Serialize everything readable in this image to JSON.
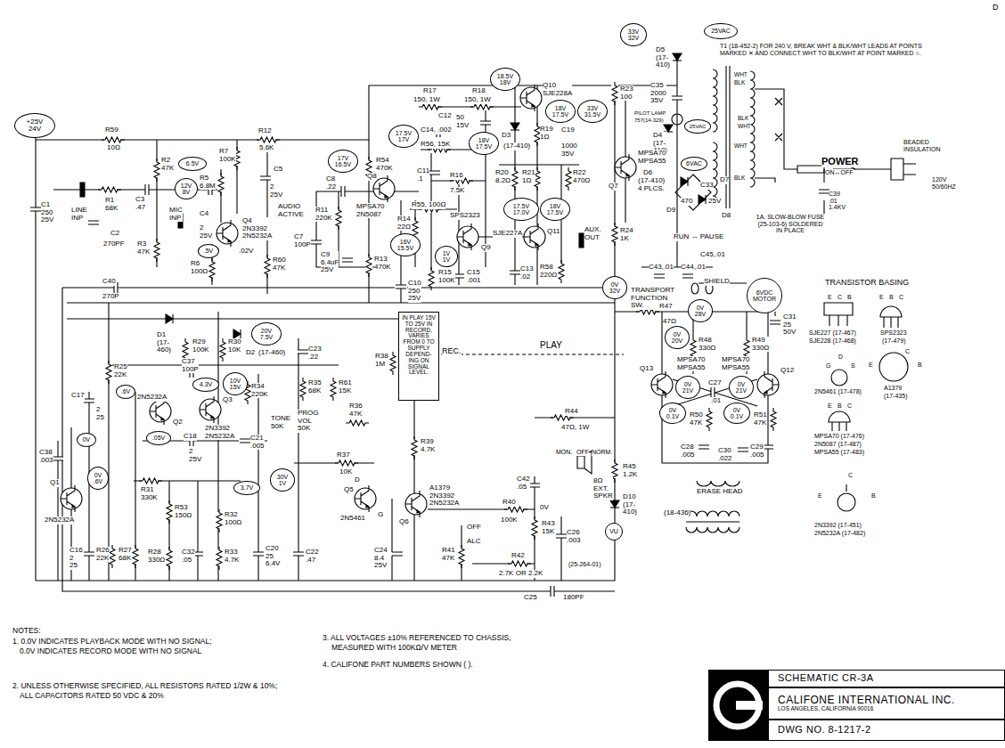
{
  "diagram": {
    "nodes": [
      {
        "text": [
          "+25V 24V"
        ]
      },
      {
        "text": [
          "6.5V"
        ]
      },
      {
        "text": [
          "12V 8V"
        ]
      },
      {
        "text": [
          ".5V"
        ]
      },
      {
        "text": [
          "17V 16.5V"
        ]
      },
      {
        "text": [
          "17.5V 17V"
        ]
      },
      {
        "text": [
          "16V 15.5V"
        ]
      },
      {
        "text": [
          "18.5V 18V"
        ]
      },
      {
        "text": [
          "18V 17.5V"
        ]
      },
      {
        "text": [
          "18V 17.5V"
        ]
      },
      {
        "text": [
          "33V 31.5V"
        ]
      },
      {
        "text": [
          "17.5V 17.0V"
        ]
      },
      {
        "text": [
          "18V 17.5V"
        ]
      },
      {
        "text": [
          "1V 1V"
        ]
      },
      {
        "text": [
          "33V 32V"
        ]
      },
      {
        "text": [
          "25VAC"
        ]
      },
      {
        "text": [
          "25VAC"
        ]
      },
      {
        "text": [
          "6VAC"
        ]
      },
      {
        "text": [
          "0V 32V"
        ]
      },
      {
        "text": [
          "0V 28V"
        ]
      },
      {
        "text": [
          "6VDC MOTOR"
        ]
      },
      {
        "text": [
          "0V 20V"
        ]
      },
      {
        "text": [
          "0V 21V"
        ]
      },
      {
        "text": [
          "0V 21V"
        ]
      },
      {
        "text": [
          "0V 0.1V"
        ]
      },
      {
        "text": [
          "0V 0.1V"
        ]
      },
      {
        "text": [
          "20V 7.5V"
        ]
      },
      {
        "text": [
          "4.3V"
        ]
      },
      {
        "text": [
          "10V 15V"
        ]
      },
      {
        "text": [
          ".6V"
        ]
      },
      {
        "text": [
          ".05V"
        ]
      },
      {
        "text": [
          "0V"
        ]
      },
      {
        "text": [
          "0V .6V"
        ]
      },
      {
        "text": [
          "3.7V"
        ]
      },
      {
        "text": [
          "30V 1V"
        ]
      },
      {
        "text": [
          "IN PLAY 15V TO 25V IN RECORD, VARIES FROM 0 TO SUPPLY DEPEND- ING ON SIGNAL LEVEL."
        ]
      },
      {
        "text": [
          "VU"
        ]
      },
      {
        "text": [
          "SCHEMATIC CR-3A"
        ]
      },
      {
        "text": [
          "CALIFONE INTERNATIONAL INC.",
          "LOS ANGELES, CALIFORNIA 90016"
        ]
      },
      {
        "text": [
          "DWG NO. 8-1217-2"
        ]
      }
    ],
    "labels": [
      "D",
      "R59",
      "10Ω",
      "C1 250 25V",
      "R2 47K",
      "R7 100K",
      "R12",
      "5.6K",
      "R5 6.8M",
      "C5",
      "2 25V",
      "AUDIO ACTIVE",
      "LINE INP",
      "R1 68K",
      "C3 .47",
      "C2",
      "270PF",
      "R3 47K",
      "MIC INP",
      "C4",
      "2 25V",
      "Q4 2N3392 2N5232A",
      ".02V",
      "R6 100Ω",
      "R60 47K",
      "C8 .22",
      "C7 100P",
      "R11 220K",
      "C9 6.4uF 25V",
      "R13 470K",
      "R54 470K",
      "Q8",
      "MPSA70 2N5087",
      "C10 250 25V",
      "R14 22Ω",
      "R55, 100Ω",
      "R15 100K",
      "C15 .001",
      "C11 .1",
      "R16",
      "7.5K",
      "R56, 15K",
      "C14, .002",
      "R17",
      "150, 1W",
      "R18",
      "150, 1W",
      "C12",
      "50 15V",
      "Q10 SJE228A",
      "D3",
      "(17-410)",
      "R19 1Ω",
      "C19",
      "1000 35V",
      "R20 8.2Ω",
      "R21 1Ω",
      "R22 470Ω",
      "SPS2323",
      "Q9",
      "SJE227A",
      "Q11",
      "C13 .02",
      "R58 220Ω",
      "AUX. OUT",
      "R23 100",
      "R24 1K",
      "Q7",
      "C35 2000 35V",
      "D5 (17-410)",
      "PILOT LAMP",
      "757(14-329)",
      "D4 (17-410)",
      "MPSA70 MPSA55",
      "D6",
      "(17-410)",
      "4 PLCS.",
      "C33",
      "470",
      "25V",
      "D7",
      "D9",
      "D8",
      "RUN ↔ PAUSE",
      "C43,.01",
      "C44,.01",
      "C45,.01",
      "SHIELD",
      "TRANSPORT FUNCTION SW.",
      "R47",
      "47Ω",
      "R48 330Ω",
      "R49 330Ω",
      "C31 25 50V",
      "Q13",
      "MPSA70 MPSA55",
      "MPSA70 MPSA55",
      "Q12",
      "C27",
      ".01",
      "R50 47K",
      "R51 47K",
      "C28 .005",
      "C30 .022",
      "C29 .005",
      "ERASE HEAD",
      "(18-436)",
      "TRANSISTOR BASING",
      "E",
      "C",
      "B",
      "SJE227 (17-467)",
      "SJE228 (17-468)",
      "E",
      "B",
      "C",
      "SPS2323",
      "(17-479)",
      "G",
      "D",
      "S",
      "2N5461 (17-478)",
      "E",
      "B",
      "C",
      "A1379",
      "(17-435)",
      "E",
      "B",
      "C",
      "MPSA70 (17-476)",
      "2N5087 (17-487)",
      "MPSA55 (17-483)",
      "C",
      "E",
      "B",
      "2N3392 (17-451)",
      "2N5232A (17-482)",
      "T1 (18-452-2) FOR 240 V, BREAK WHT & BLK/WHT LEADS AT POINTS MARKED ✕ AND CONNECT WHT TO BLK/WHT AT POINT MARKED ○.",
      "WHT",
      "BLK",
      "BLK",
      "WHT",
      "WHT",
      "BLK",
      "BEADED INSULATION",
      "POWER",
      "ON↔OFF",
      "1A. SLOW-BLOW FUSE (25-103-6) SOLDERED IN PLACE",
      "C39 .01 1.4KV",
      "120V 50/60HZ",
      "C40",
      "270P",
      "R25 22K",
      "D1 (17-460)",
      "R29 100K",
      "R30 10K",
      "D2",
      "(17-460)",
      "C37 100P",
      "R34 220K",
      "TONE 50K",
      "C23 .22",
      "R35 68K",
      "R61 15K",
      "PROG VOL 50K",
      "R36 47K",
      "R38 1M",
      "C21 .005",
      "C18",
      "2 25V",
      "2N5232A",
      "Q2",
      "2N3392 2N5232A",
      "Q3",
      "C17",
      "2 25",
      "C38 .003",
      "Q1",
      "2N5232A",
      "R31 330K",
      "R53 150Ω",
      "R32 100Ω",
      "C16 2 25",
      "R26 22K",
      "R27 68K",
      "R28 330Ω",
      "C32 .05",
      "R33 4.7K",
      "C20 25 6.4V",
      "C22 .47",
      "R37",
      "10K",
      "R39 4.7K",
      "Q5",
      "2N5461",
      "D",
      "G",
      "A1379 2N3392 2N5232A",
      "Q6",
      "C24 8.4 25V",
      "OFF",
      "ALC",
      "R41 47K",
      "R40",
      "100K",
      "C42 .05",
      "0V",
      "R43 15K",
      "C26 .003",
      "R42",
      "2.7K OR 2.2K",
      "C25",
      "180PF",
      "(25-264-01)",
      "R44",
      "47Ω, 1W",
      "MON.",
      "OFF",
      "NORM.",
      "8Ω EXT. SPKR",
      "R45 1.2K",
      "D10 (17-410)",
      "REC.",
      "PLAY",
      "NOTES:",
      "1. 0.0V INDICATES PLAYBACK MODE WITH NO SIGNAL;",
      "0.0V INDICATES RECORD MODE WITH NO SIGNAL",
      "2. UNLESS OTHERWISE SPECIFIED, ALL RESISTORS RATED 1/2W & 10%;",
      "ALL CAPACITORS RATED 50 VDC & 20%",
      "3. ALL VOLTAGES ±10% REFERENCED TO CHASSIS,",
      "MEASURED WITH 100KΩ/V METER",
      "4. CALIFONE PART NUMBERS SHOWN ( )."
    ]
  }
}
